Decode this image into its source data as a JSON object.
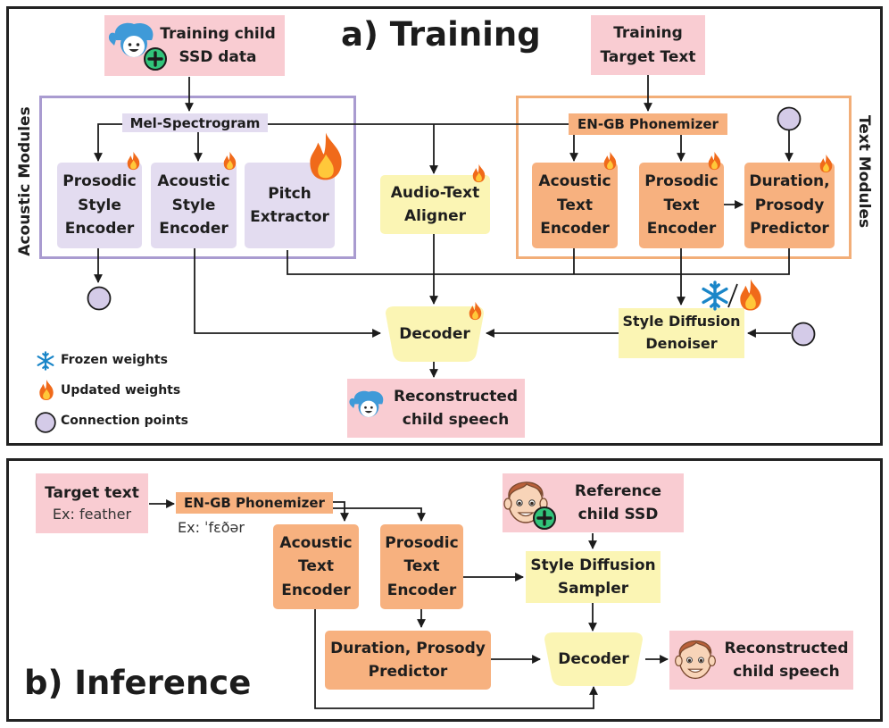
{
  "training": {
    "title": "a) Training",
    "training_data": "Training child\nSSD data",
    "target_text": "Training\nTarget Text",
    "mel": "Mel-Spectrogram",
    "phonemizer": "EN-GB Phonemizer",
    "acoustic_modules_label": "Acoustic Modules",
    "text_modules_label": "Text Modules",
    "prosodic_style_encoder": "Prosodic\nStyle\nEncoder",
    "acoustic_style_encoder": "Acoustic\nStyle\nEncoder",
    "pitch_extractor": "Pitch\nExtractor",
    "aligner": "Audio-Text\nAligner",
    "acoustic_text_encoder": "Acoustic\nText\nEncoder",
    "prosodic_text_encoder": "Prosodic\nText\nEncoder",
    "duration_predictor": "Duration,\nProsody\nPredictor",
    "decoder": "Decoder",
    "style_diffusion": "Style Diffusion\nDenoiser",
    "reconstructed": "Reconstructed\nchild speech",
    "legend": {
      "frozen": "Frozen weights",
      "updated": "Updated weights",
      "connection": "Connection points"
    }
  },
  "inference": {
    "title": "b) Inference",
    "target_text": "Target text",
    "target_example": "Ex: feather",
    "phonemizer": "EN-GB Phonemizer",
    "phoneme_example": "Ex: ˈfɛðər",
    "acoustic_text_encoder": "Acoustic\nText\nEncoder",
    "prosodic_text_encoder": "Prosodic\nText\nEncoder",
    "duration_predictor": "Duration, Prosody\nPredictor",
    "reference": "Reference\nchild SSD",
    "style_sampler": "Style Diffusion\nSampler",
    "decoder": "Decoder",
    "reconstructed": "Reconstructed\nchild speech"
  },
  "colors": {
    "pink": "#f9ccd2",
    "lavender": "#e3dcf0",
    "yellow": "#fbf5b4",
    "orange": "#f7b17f",
    "group_acoustic": "#a99bd0",
    "group_text": "#f2ae78",
    "connection_point": "#d4cbe8",
    "snowflake": "#1a86c8",
    "flame": "#f06a1a"
  },
  "icons": [
    "child-girl-icon",
    "child-boy-icon",
    "plus-icon",
    "snowflake-icon",
    "flame-icon",
    "connection-point-icon"
  ]
}
